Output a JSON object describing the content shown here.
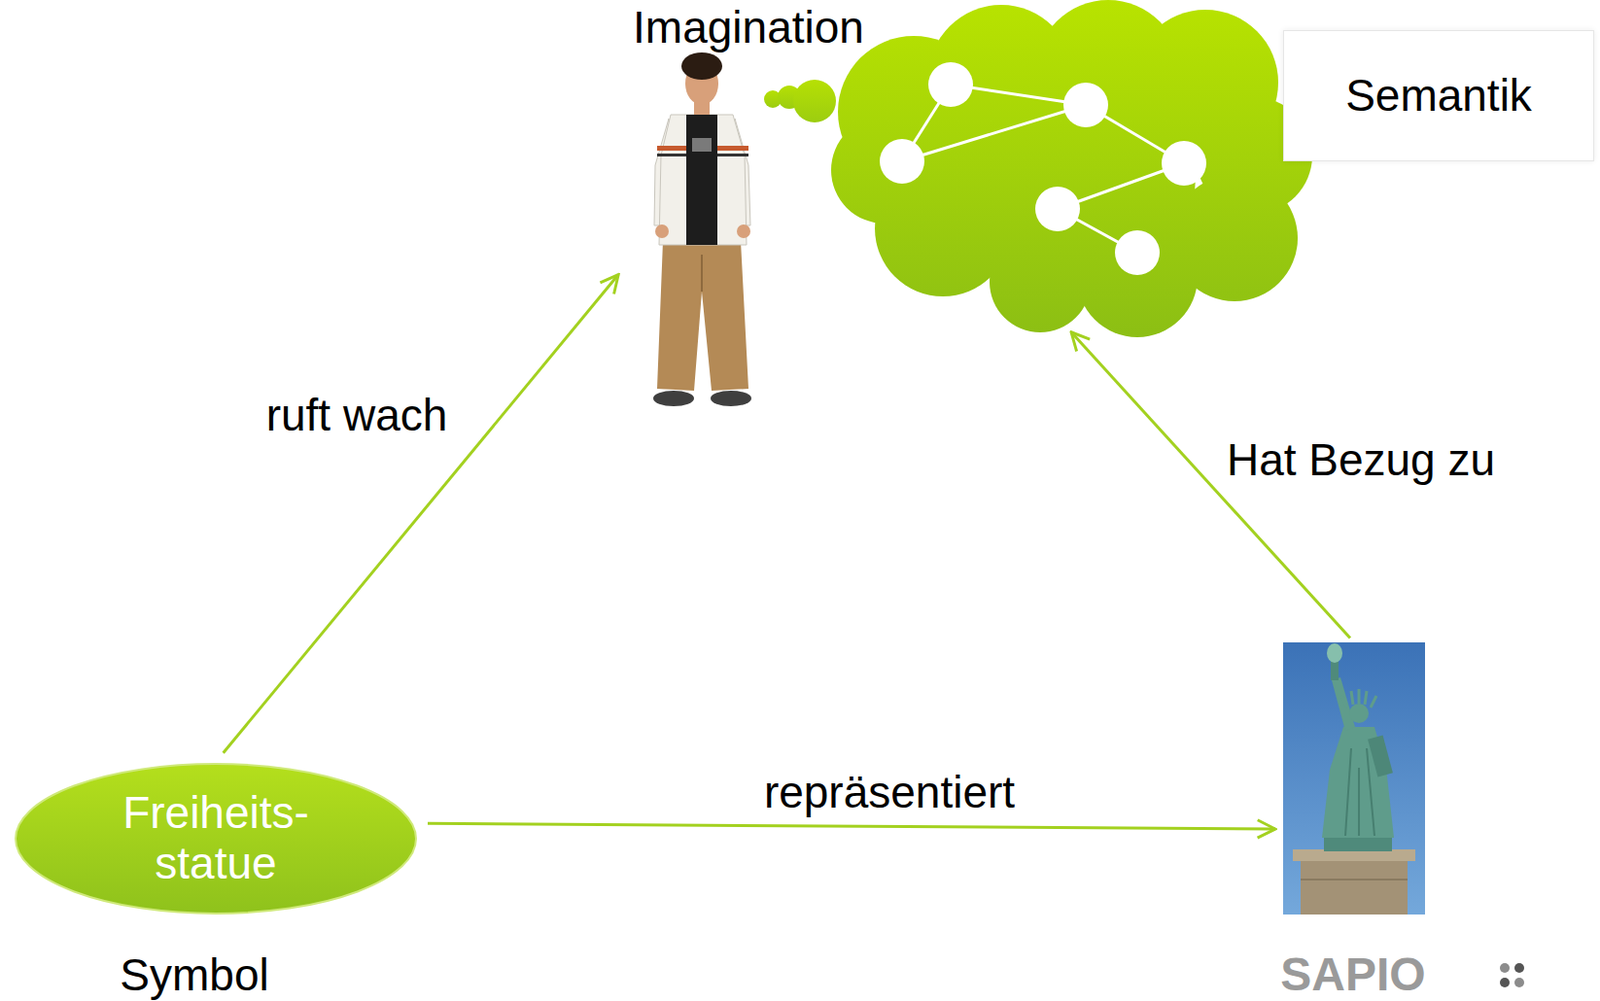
{
  "diagram": {
    "nodes": [
      {
        "text": [
          "Imagination"
        ]
      },
      {
        "text": [
          "Semantik"
        ]
      },
      {
        "text": []
      },
      {
        "text": [
          "Freiheits- statue",
          "Symbol"
        ]
      }
    ],
    "edges": [
      {
        "from": 3,
        "to": 0,
        "label": "ruft wach",
        "arrow": "to"
      },
      {
        "from": 2,
        "to": 1,
        "label": "Hat Bezug zu",
        "arrow": "to"
      },
      {
        "from": 3,
        "to": 2,
        "label": "repräsentiert",
        "arrow": "to"
      }
    ],
    "labels": [
      "SAPIO"
    ]
  }
}
